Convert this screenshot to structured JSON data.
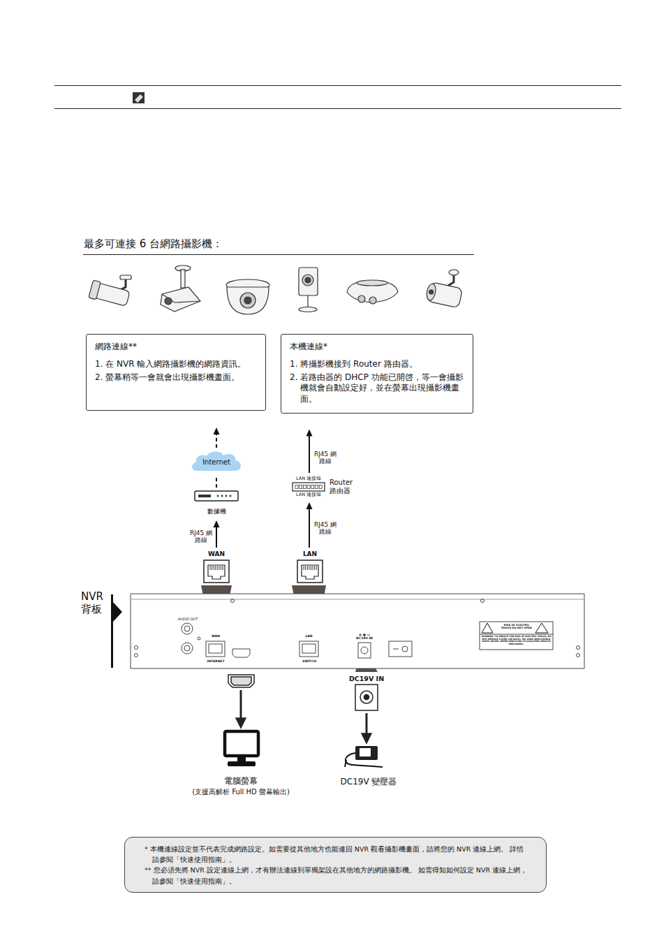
{
  "diagram": {
    "title": "最多可連接 6 台網路攝影機：",
    "nodes": [
      {
        "text": [
          "網路連線**",
          "1. 在 NVR 輸入網路攝影機的網路資訊。",
          "2. 螢幕稍等一會就會出現攝影機畫面。"
        ]
      },
      {
        "text": [
          "本機連線*",
          "1. 將攝影機接到 Router 路由器。",
          "2. 若路由器的 DHCP 功能已開啓，等一會攝影機就會自動設定好，並在螢幕出現攝影機畫面。"
        ]
      },
      {
        "text": [
          "Internet"
        ]
      },
      {
        "text": [
          "數據機"
        ]
      },
      {
        "text": [
          "LAN 連接埠",
          "Router 路由器",
          "LAN 連接埠"
        ]
      },
      {
        "text": [
          "WAN"
        ]
      },
      {
        "text": [
          "LAN"
        ]
      },
      {
        "text": [
          "* 本機連線設定並不代表完成網路設定。如需要從其他地方也能連回 NVR 觀看攝影機畫面，請將您的 NVR 連線上網。 詳情請參閱「快速使用指南」。",
          "** 您必須先將 NVR 設定連線上網，才有辦法連線到單獨架設在其他地方的網路攝影機。 如需得知如何設定 NVR 連線上網，請參閱「快速使用指南」。"
        ]
      }
    ],
    "edges": [
      {
        "from": 3,
        "to": 2,
        "arrow": "none"
      },
      {
        "from": 2,
        "to": 0,
        "arrow": "to"
      },
      {
        "from": 5,
        "to": 3,
        "arrow": "to",
        "label": "RJ45 網路線"
      },
      {
        "from": 6,
        "to": 4,
        "arrow": "to",
        "label": "RJ45 網路線"
      },
      {
        "from": 4,
        "to": 1,
        "arrow": "to",
        "label": "RJ45 網路線"
      }
    ],
    "labels": [
      "NVR 背板",
      "AUDIO OUT",
      "WAN",
      "INTERNET",
      "LAN",
      "SWITCH",
      "DC19V IN",
      "RISK OF ELECTRIC SHOCK DO NOT OPEN",
      "WARNING: TO REDUCE THE RISK OF ELECTRIC SHOCK, DO NOT REMOVE COVER (OR BACK). NO USER-SERVICEABLE PARTS INSIDE. REFER SERVICING TO QUALIFIED SERVICE PERSONNEL.",
      "DC19V IN",
      "電腦螢幕",
      "(支援高解析 Full HD 螢幕輸出)",
      "DC19V 變壓器"
    ]
  }
}
